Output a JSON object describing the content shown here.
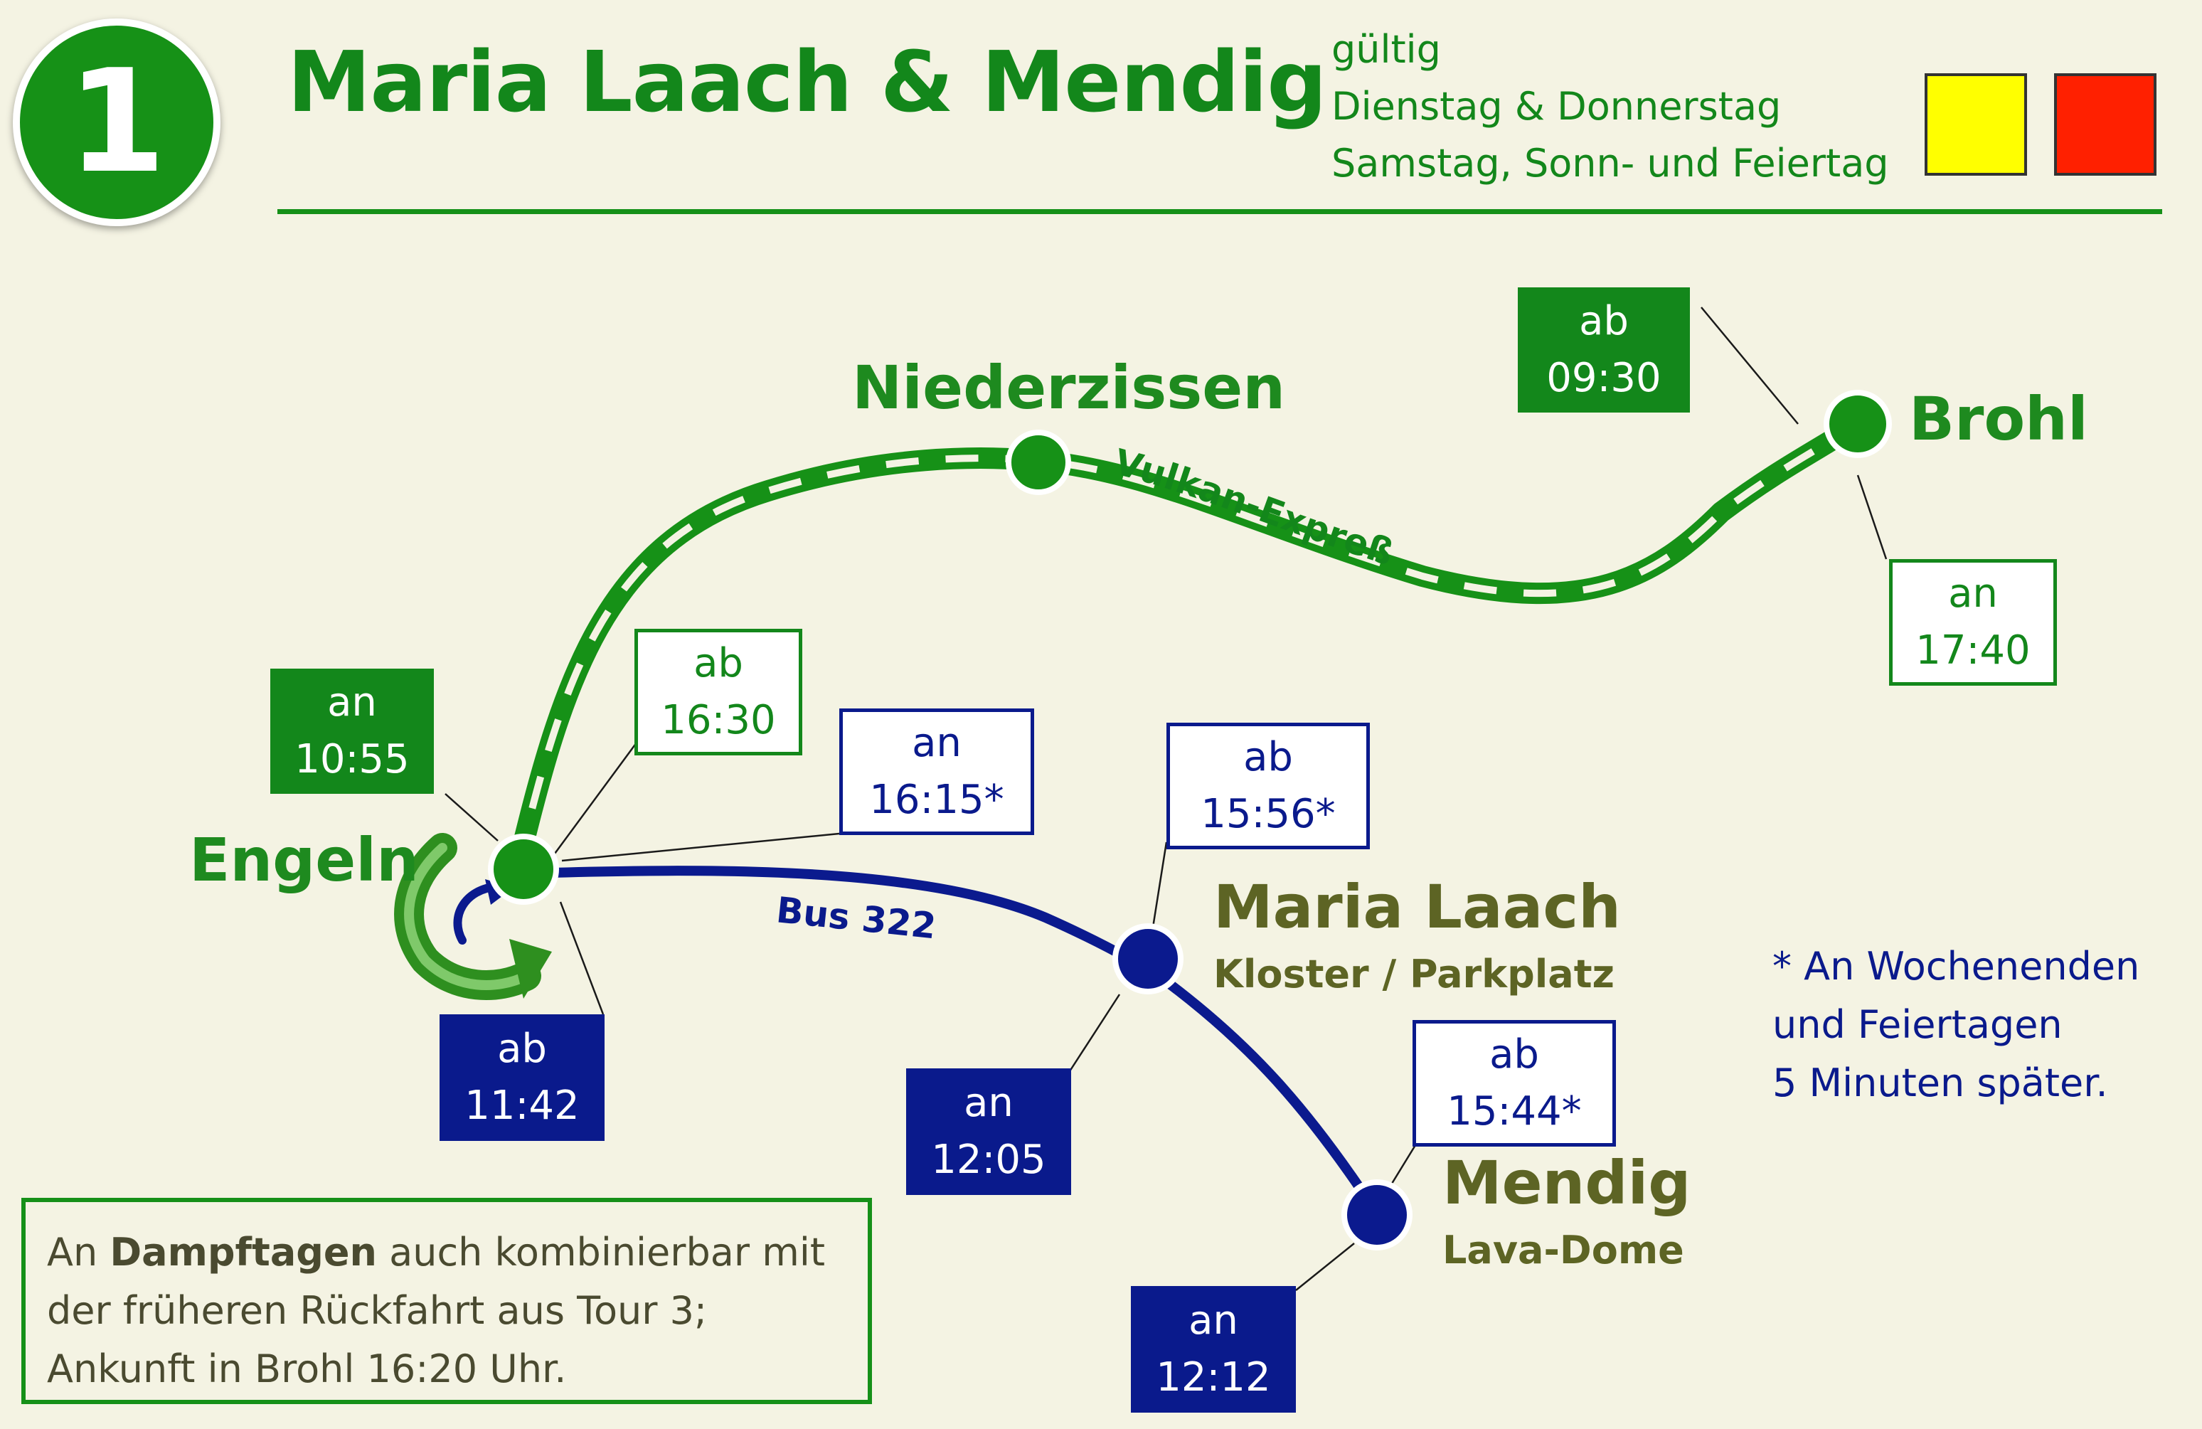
{
  "header": {
    "number": "1",
    "title": "Maria Laach & Mendig",
    "validity_label": "gültig",
    "validity_days_1": "Dienstag & Donnerstag",
    "validity_days_2": "Samstag, Sonn- und Feiertag",
    "swatch_colors": [
      "#ffff00",
      "#ff2000"
    ]
  },
  "lines": {
    "rail_label": "Vulkan-Expreß",
    "bus_label": "Bus 322",
    "rail_color": "#169117",
    "bus_color": "#0b1a8e"
  },
  "stations": {
    "niederzissen": "Niederzissen",
    "brohl": "Brohl",
    "engeln": "Engeln",
    "maria_laach": "Maria Laach",
    "maria_laach_sub": "Kloster / Parkplatz",
    "mendig": "Mendig",
    "mendig_sub": "Lava-Dome"
  },
  "times": {
    "brohl_ab": {
      "label": "ab",
      "time": "09:30"
    },
    "brohl_an": {
      "label": "an",
      "time": "17:40"
    },
    "engeln_an_rail": {
      "label": "an",
      "time": "10:55"
    },
    "engeln_ab_rail": {
      "label": "ab",
      "time": "16:30"
    },
    "engeln_an_bus": {
      "label": "an",
      "time": "16:15*"
    },
    "engeln_ab_bus": {
      "label": "ab",
      "time": "11:42"
    },
    "marialaach_ab": {
      "label": "ab",
      "time": "15:56*"
    },
    "marialaach_an": {
      "label": "an",
      "time": "12:05"
    },
    "mendig_ab": {
      "label": "ab",
      "time": "15:44*"
    },
    "mendig_an": {
      "label": "an",
      "time": "12:12"
    }
  },
  "note": {
    "line1": "* An Wochenenden",
    "line2": "und Feiertagen",
    "line3": "5 Minuten später."
  },
  "info": {
    "prefix": "An ",
    "bold": "Dampftagen",
    "line1_rest": " auch kombinierbar mit",
    "line2": "der früheren Rückfahrt aus Tour 3;",
    "line3": "Ankunft in Brohl 16:20 Uhr."
  }
}
